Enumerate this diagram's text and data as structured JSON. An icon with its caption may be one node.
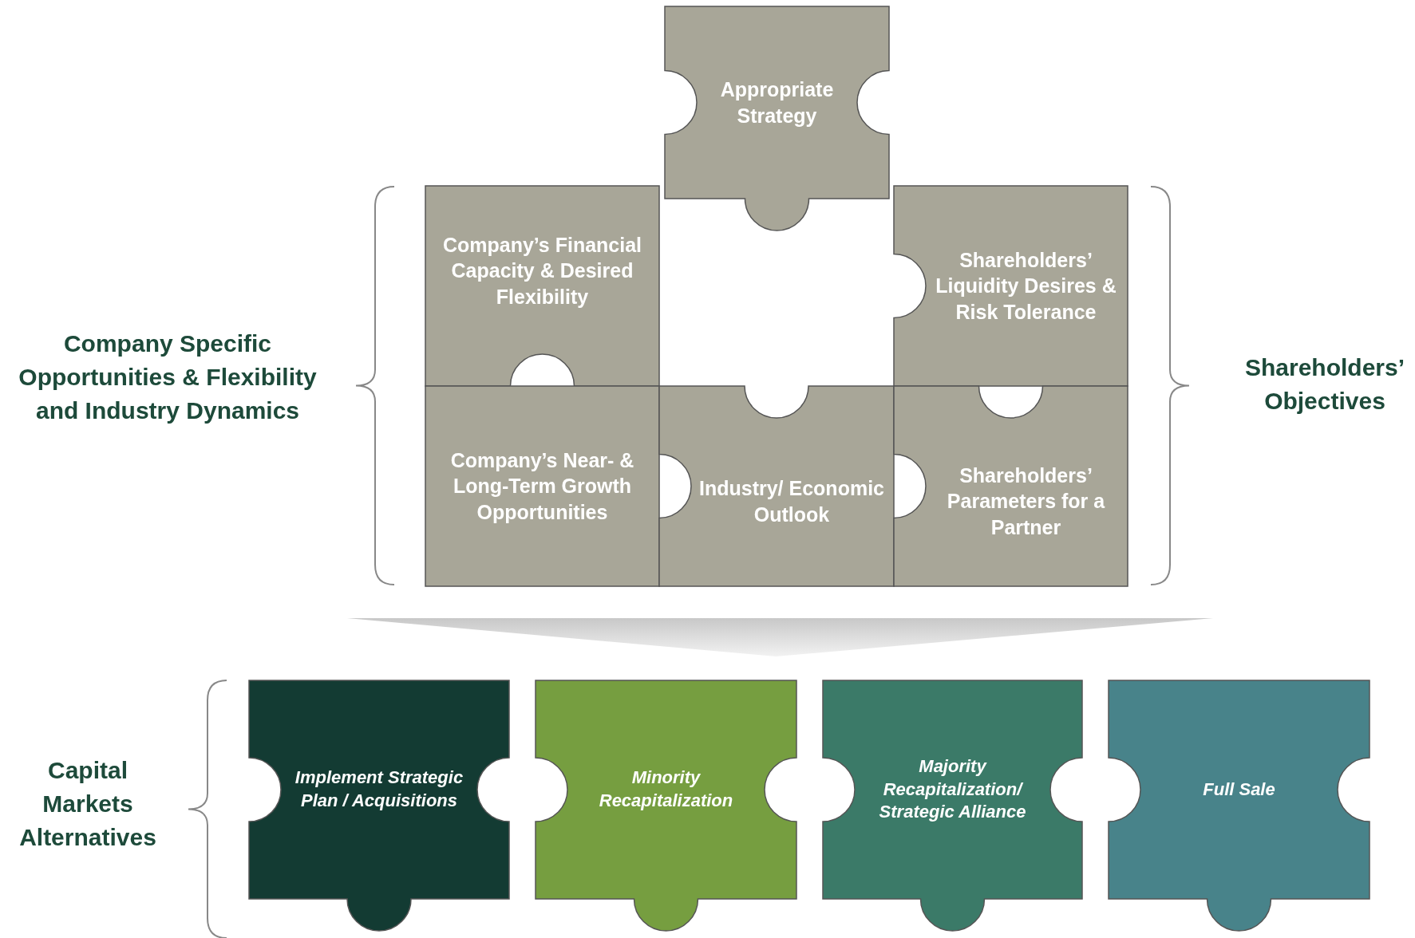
{
  "diagram": {
    "nodes": [
      {
        "text": [
          "Appropriate Strategy"
        ]
      },
      {
        "text": [
          "Company’s Financial Capacity & Desired Flexibility"
        ]
      },
      {
        "text": [
          "Shareholders’ Liquidity Desires & Risk Tolerance"
        ]
      },
      {
        "text": [
          "Company’s Near- & Long-Term Growth Opportunities"
        ]
      },
      {
        "text": [
          "Industry/ Economic Outlook"
        ]
      },
      {
        "text": [
          "Shareholders’ Parameters for a Partner"
        ]
      },
      {
        "text": [
          "Implement Strategic Plan / Acquisitions"
        ]
      },
      {
        "text": [
          "Minority Recapitalization"
        ]
      },
      {
        "text": [
          "Majority Recapitalization/ Strategic Alliance"
        ]
      },
      {
        "text": [
          "Full Sale"
        ]
      }
    ],
    "edges": [],
    "labels": [
      "Company Specific Opportunities & Flexibility and Industry Dynamics",
      "Shareholders’ Objectives",
      "Capital Markets Alternatives"
    ]
  }
}
